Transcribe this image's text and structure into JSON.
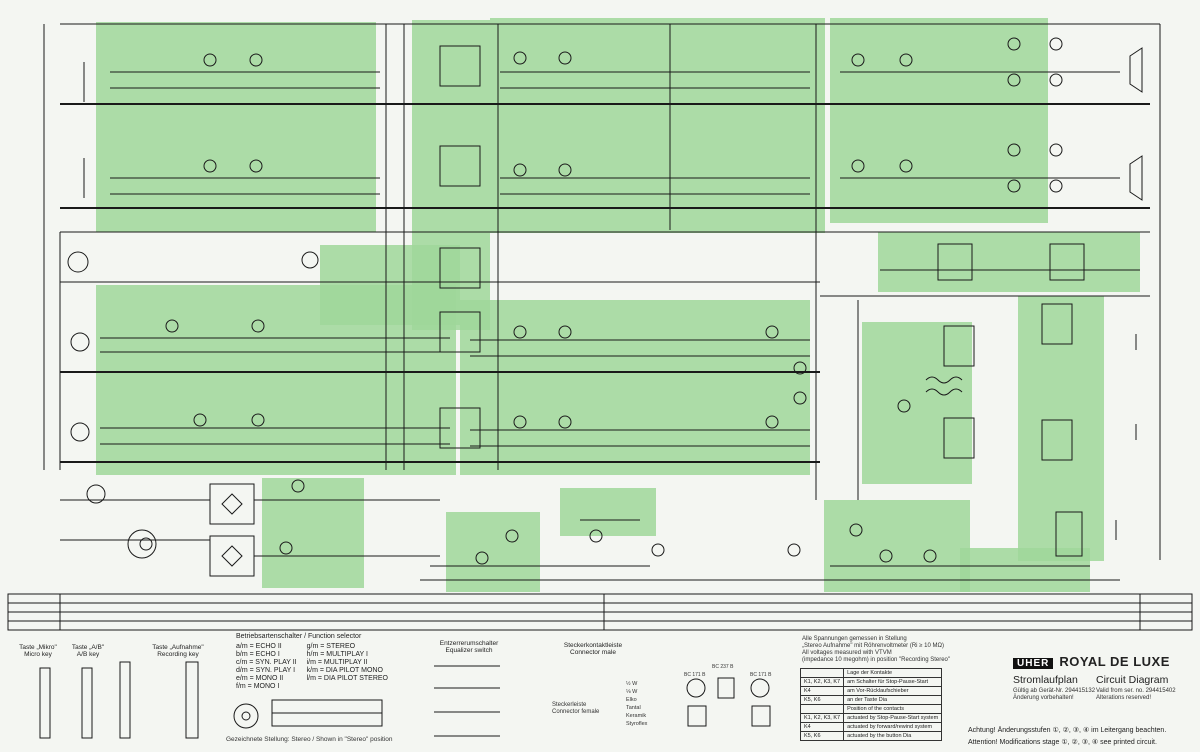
{
  "brand": {
    "logo": "UHER",
    "model": "ROYAL DE LUXE"
  },
  "titles": {
    "de": "Stromlaufplan",
    "en": "Circuit Diagram",
    "de_validity_1": "Gültig ab Gerät-Nr. 294415132",
    "de_validity_2": "Änderung vorbehalten!",
    "en_validity_1": "Valid from ser. no. 294415402",
    "en_validity_2": "Alterations reserved!"
  },
  "keys": {
    "mikro_de": "Taste „Mikro\"",
    "mikro_en": "Micro key",
    "ab_de": "Taste „A/B\"",
    "ab_en": "A/B key",
    "aufnahme_de": "Taste „Aufnahme\"",
    "aufnahme_en": "Recording key"
  },
  "selector": {
    "title": "Betriebsartenschalter / Function selector",
    "left": [
      "a/m = ECHO II",
      "b/m = ECHO I",
      "c/m = SYN. PLAY II",
      "d/m = SYN. PLAY I",
      "e/m = MONO II",
      "f/m = MONO I"
    ],
    "right": [
      "g/m = STEREO",
      "h/m = MULTIPLAY I",
      "i/m = MULTIPLAY II",
      "k/m = DIA PILOT MONO",
      "l/m = DIA PILOT STEREO"
    ],
    "position_note": "Gezeichnete Stellung: Stereo / Shown in \"Stereo\" position"
  },
  "equalizer": {
    "title_de": "Entzerrerumschalter",
    "title_en": "Equalizer switch"
  },
  "connector": {
    "title_de": "Steckerkontaktleiste",
    "title_en": "Connector male",
    "female_de": "Steckerleiste",
    "female_en": "Connector female",
    "symbols": [
      "½ W",
      "⅛ W",
      "Elko",
      "Tantal",
      "Keramik",
      "Styroflex"
    ]
  },
  "measure": {
    "line1": "Alle Spannungen gemessen in Stellung",
    "line2": "„Stereo Aufnahme\" mit Röhrenvoltmeter (Ri ≥ 10 MΩ)",
    "line3": "All voltages measured with VTVM",
    "line4": "(impedance 10 megohm) in position \"Recording Stereo\""
  },
  "contacts": {
    "header_de": "Lage der Kontakte",
    "rows": [
      {
        "k": "K1, K2, K3, K7",
        "d": "am Schalter für Stop-Pause-Start"
      },
      {
        "k": "K4",
        "d": "am Vor-Rücklaufschieber"
      },
      {
        "k": "K5, K6",
        "d": "an der Taste Dia"
      },
      {
        "k": "",
        "d": "Position of the contacts"
      },
      {
        "k": "K1, K2, K3, K7",
        "d": "actuated by Stop-Pause-Start system"
      },
      {
        "k": "K4",
        "d": "actuated by forward/rewind system"
      },
      {
        "k": "K5, K6",
        "d": "actuated by the button Dia"
      }
    ]
  },
  "transistors": [
    "BC 171 B",
    "BC 237 B",
    "BC 171 B"
  ],
  "notes": {
    "de": "Achtung! Änderungsstufen ①, ②, ③, ④ im Leitergang beachten.",
    "en": "Attention! Modifications stage ①, ②, ③, ④ see printed circuit."
  },
  "colors": {
    "zone": "#9fd79a",
    "line": "#1a1a1a",
    "paper": "#f4f6f2"
  }
}
